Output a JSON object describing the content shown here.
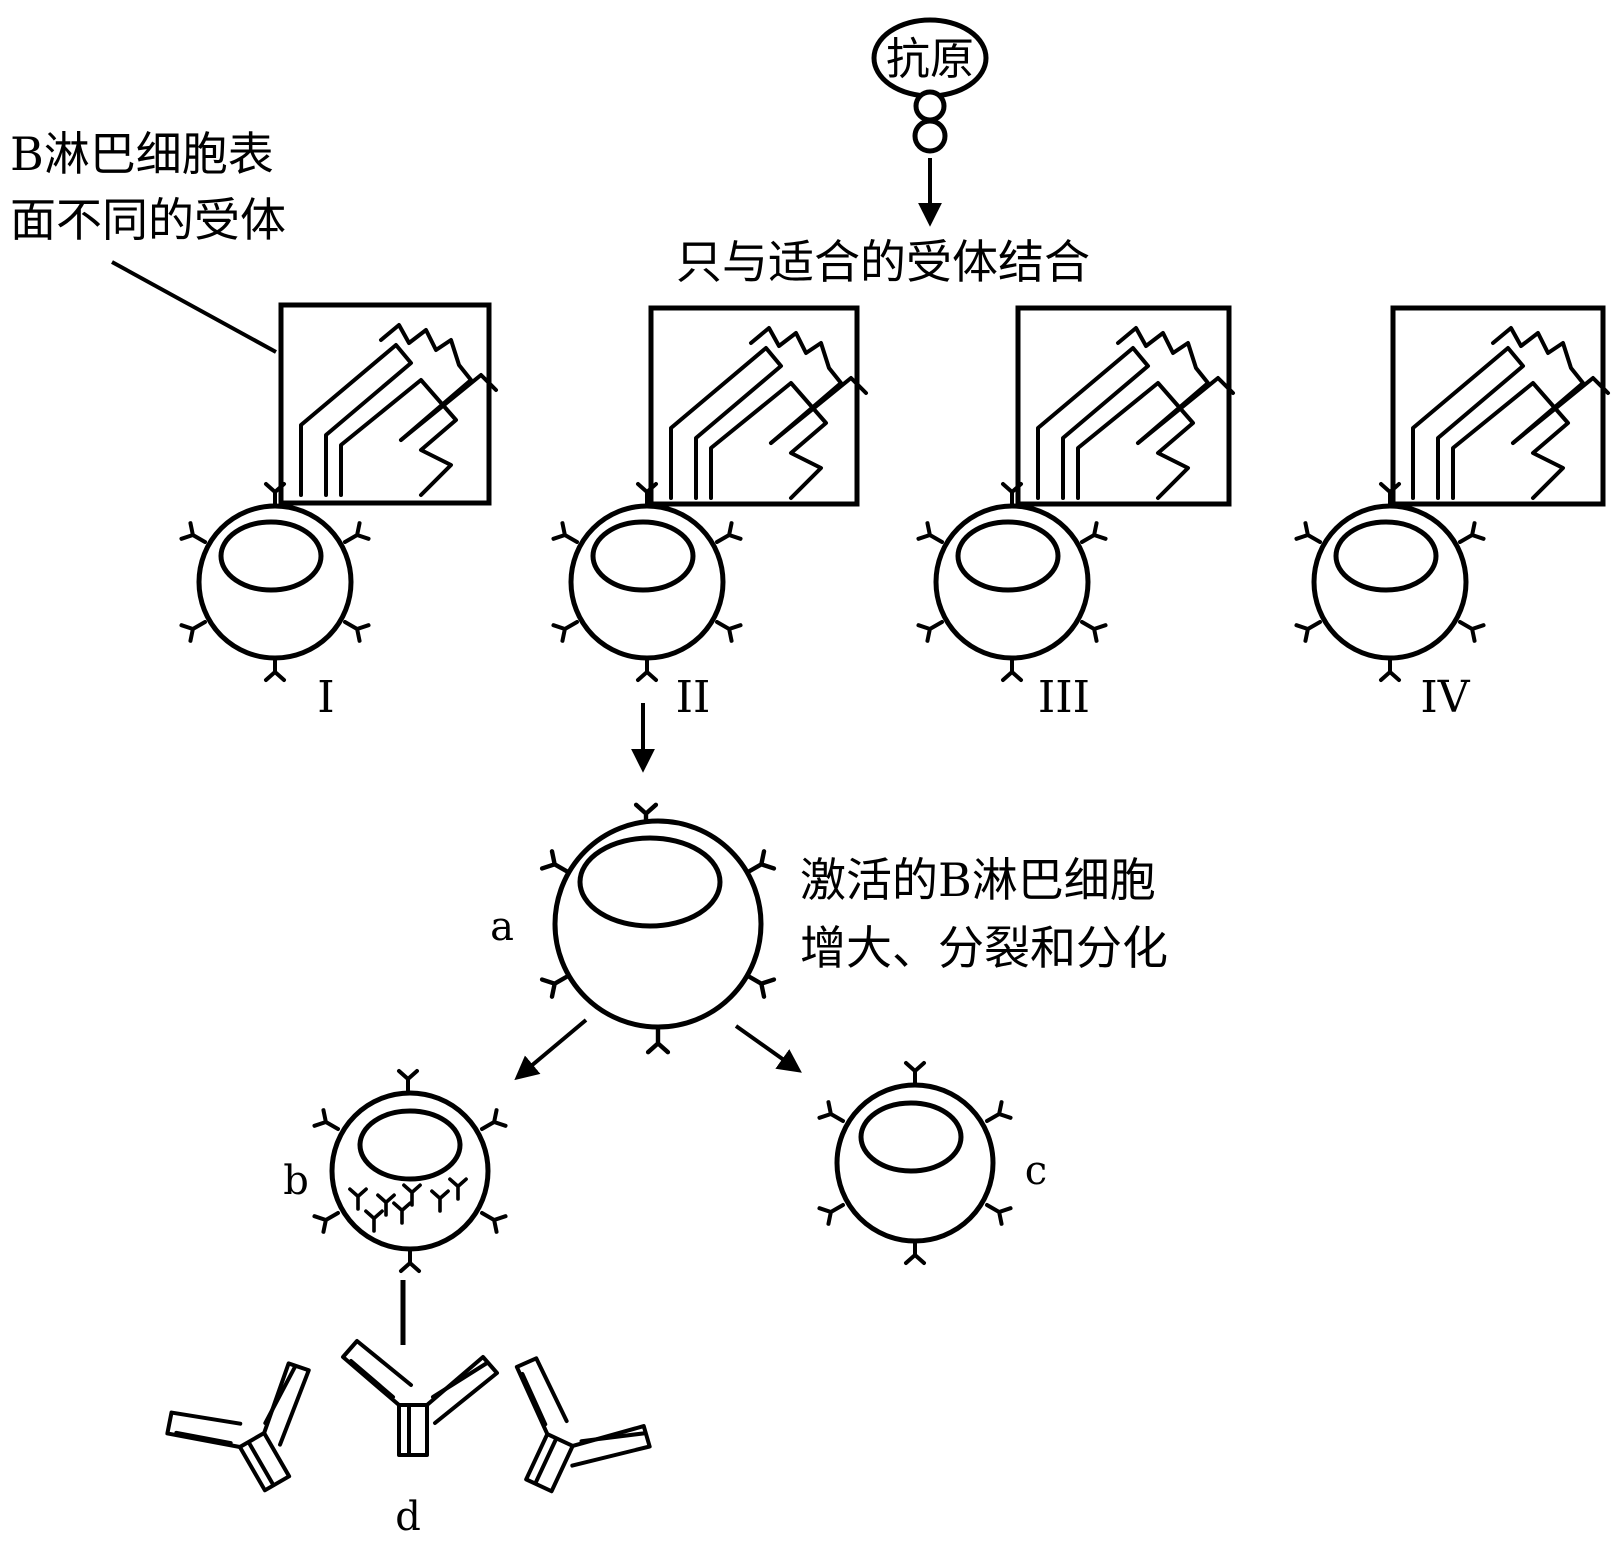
{
  "antigen_label": "抗原",
  "binding_note": "只与适合的受体结合",
  "receptor_note_line1": "B淋巴细胞表",
  "receptor_note_line2": "面不同的受体",
  "activated_note_line1": "激活的B淋巴细胞",
  "activated_note_line2": "增大、分裂和分化",
  "cell_labels": {
    "a": "a",
    "b": "b",
    "c": "c",
    "d": "d"
  },
  "cell_numbers": [
    "I",
    "II",
    "III",
    "IV"
  ]
}
